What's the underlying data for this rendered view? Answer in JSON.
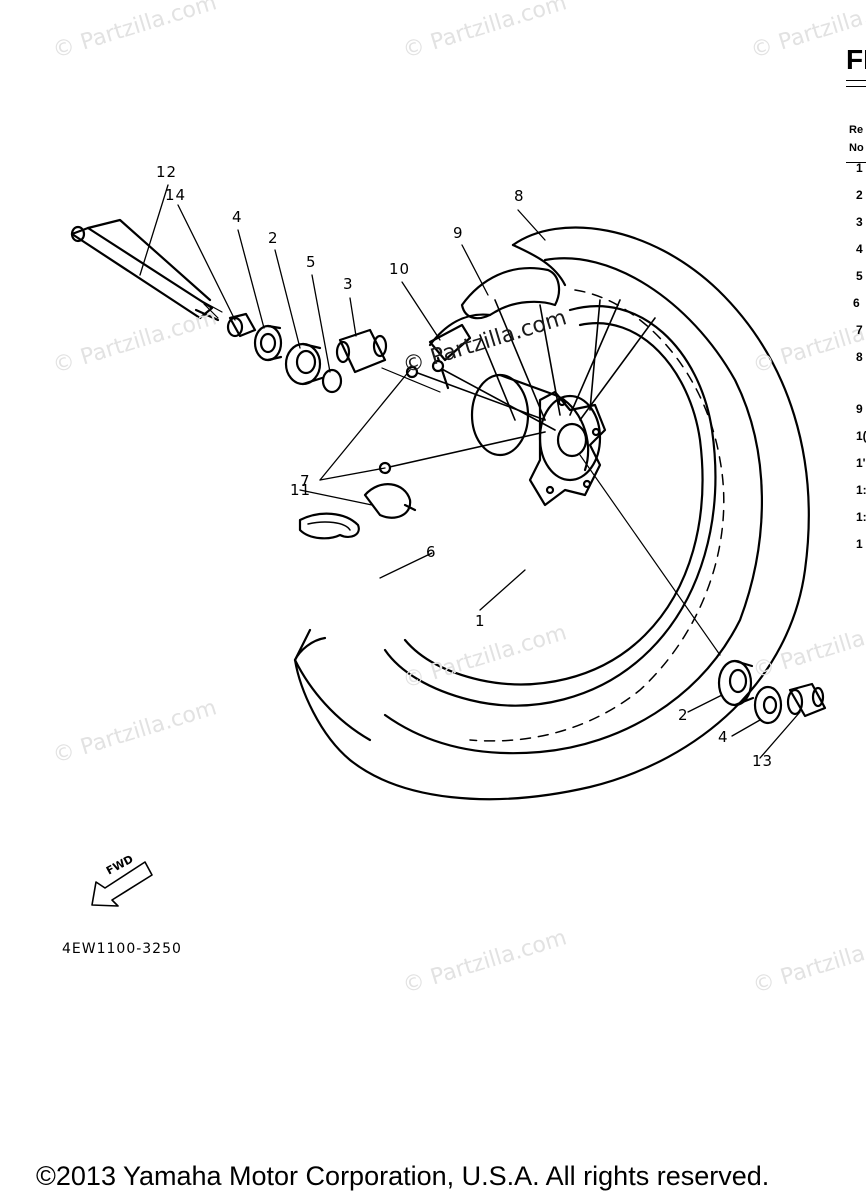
{
  "watermarks": [
    "© Partzilla.com",
    "© Partzilla.com",
    "© Partzilla.com",
    "© Partzilla.com",
    "© Partzilla.com",
    "© Partzilla.com",
    "© Partzilla.com",
    "© Partzilla.com",
    "© Partzilla.com",
    "© Partzilla.com"
  ],
  "center_watermark": "© Partzilla.com",
  "callouts": {
    "c12": "12",
    "c14": "14",
    "c4a": "4",
    "c2a": "2",
    "c5": "5",
    "c3": "3",
    "c10": "10",
    "c9": "9",
    "c8": "8",
    "c7": "7",
    "c11": "11",
    "c6": "6",
    "c1": "1",
    "c2b": "2",
    "c4b": "4",
    "c13": "13"
  },
  "fwd": {
    "label": "FWD",
    "code": "4EW1100-3250"
  },
  "side_panel": {
    "title": "FI",
    "header_line1": "Re",
    "header_line2": "No",
    "numbers": [
      "1",
      "2",
      "3",
      "4",
      "5",
      "6",
      "7",
      "8",
      "9",
      "1(",
      "1'",
      "1:",
      "1:",
      "1"
    ]
  },
  "copyright": "©2013  Yamaha Motor Corporation, U.S.A. All rights reserved."
}
